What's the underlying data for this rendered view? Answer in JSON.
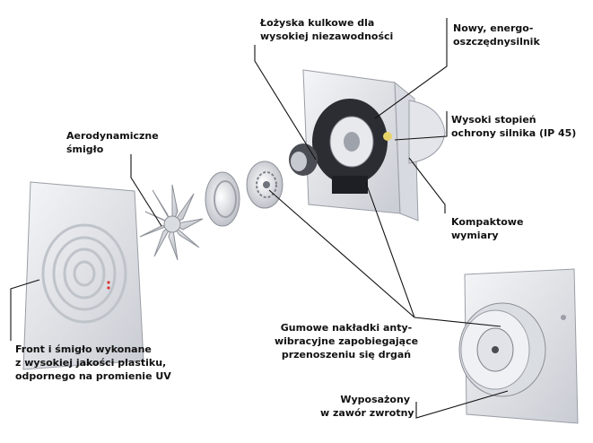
{
  "labels": {
    "bearings": "Łożyska kulkowe dla\nwysokiej niezawodności",
    "motor": "Nowy, energo-\noszczędnysilnik",
    "aero": "Aerodynamiczne\nśmigło",
    "ip": "Wysoki stopień\nochrony silnika (IP 45)",
    "compact": "Kompaktowe\nwymiary",
    "front": "Front i śmigło wykonane\nz wysokiej jakości plastiku,\nodpornego na promienie UV",
    "rubber": "Gumowe nakładki anty-\nwibracyjne zapobiegające\nprzenoszeniu się drgań",
    "valve": "Wyposażony\nw zawór zwrotny"
  },
  "colors": {
    "line": "#111111",
    "panel": "#e9ebef",
    "panel_shade": "#c9ccd3",
    "dark": "#2b2d33"
  }
}
